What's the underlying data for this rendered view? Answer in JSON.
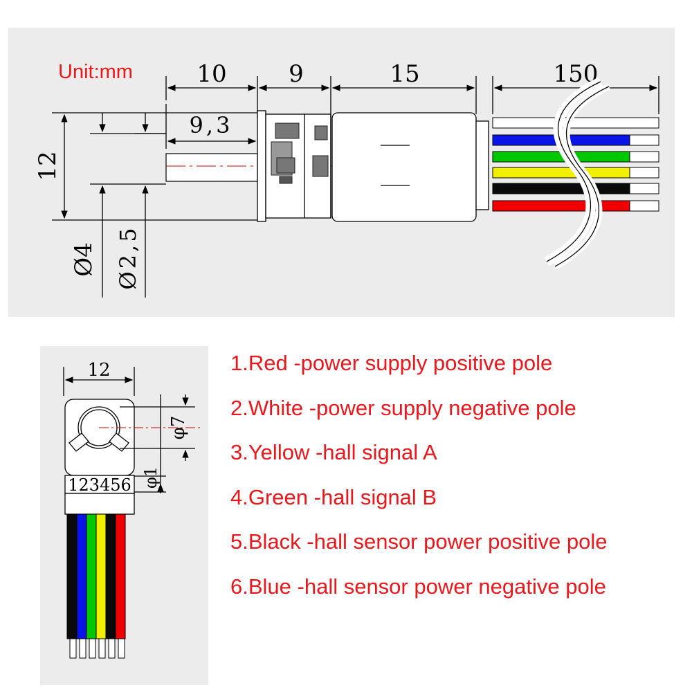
{
  "unit_label": "Unit:mm",
  "side_view": {
    "dim_10": "10",
    "dim_9": "9",
    "dim_15": "15",
    "dim_150": "150",
    "dim_9_3": "9,3",
    "dim_12": "12",
    "dim_phi4": "Ø4",
    "dim_phi2_5": "Ø2,5"
  },
  "end_view": {
    "dim_12": "12",
    "dim_phi7": "φ7",
    "dim_phi1": "φ1",
    "pin_numbers": "123456"
  },
  "wire_colors": {
    "blue": "#0a14e6",
    "green": "#00c800",
    "yellow": "#f0f000",
    "black": "#0a0a0a",
    "red": "#f00000",
    "white": "#ffffff"
  },
  "legend": [
    "1.Red -power supply positive pole",
    "2.White -power supply negative pole",
    "3.Yellow -hall signal A",
    "4.Green -hall signal B",
    "5.Black -hall sensor power positive pole",
    "6.Blue -hall sensor power negative pole"
  ]
}
